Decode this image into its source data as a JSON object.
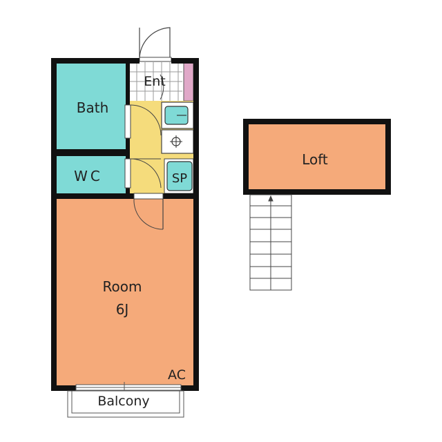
{
  "rooms": {
    "entrance": "Ent",
    "bath": "Bath",
    "wc": "WC",
    "storage": "SP",
    "room": "Room",
    "room_size": "6J",
    "aircon": "AC",
    "balcony": "Balcony",
    "loft": "Loft"
  },
  "colors": {
    "wall": "#111111",
    "bath_teal": "#7fdad6",
    "room_orange": "#f5aa7a",
    "kitchen_yellow": "#f5dc7c",
    "shoebox_pink": "#e0a8c8",
    "stair_line": "#444444"
  }
}
